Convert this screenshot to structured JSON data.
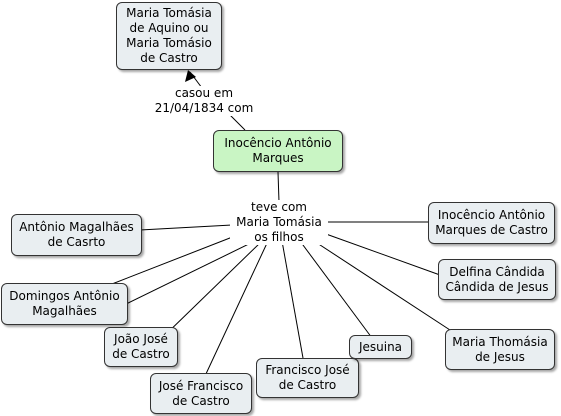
{
  "nodes": {
    "spouse": "Maria Tomásia\nde Aquino ou\nMaria Tomásio\nde Castro",
    "central": "Inocêncio Antônio\nMarques",
    "antonio": "Antônio Magalhães\nde Casrto",
    "domingos": "Domingos Antônio\nMagalhães",
    "joao": "João José\nde Castro",
    "jose": "José Francisco\nde Castro",
    "francisco": "Francisco José\nde Castro",
    "jesuina": "Jesuina",
    "inocencio_filho": "Inocêncio Antônio\nMarques de Castro",
    "delfina": "Delfina Cândida\nCândida de Jesus",
    "maria_thomasia": "Maria Thomásia\nde Jesus"
  },
  "links": {
    "married": "casou em\n21/04/1834 com",
    "children": "teve com\nMaria Tomásia\nos filhos"
  }
}
